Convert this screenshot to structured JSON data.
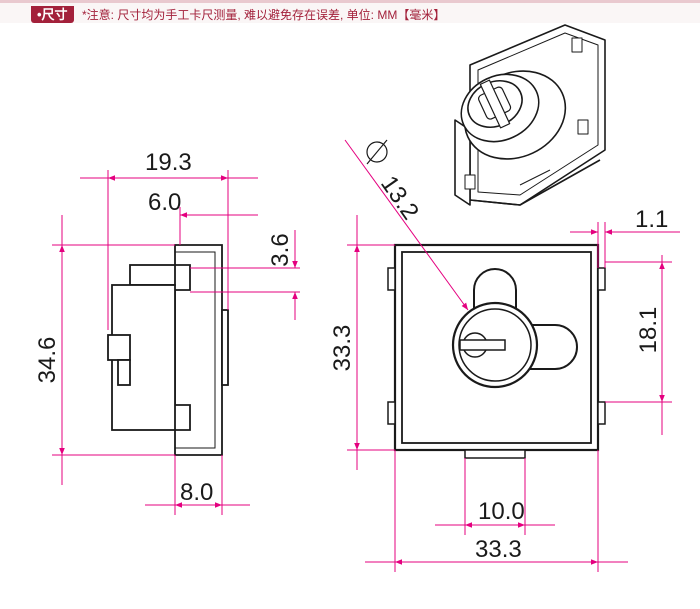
{
  "header": {
    "badge_label": "•尺寸",
    "note": "*注意: 尺寸均为手工卡尺测量, 难以避免存在误差, 单位: MM【毫米】"
  },
  "colors": {
    "accent": "#a3213b",
    "dimension_line": "#e4007f",
    "outline": "#1a1a1a"
  },
  "side_view": {
    "width_total": "19.3",
    "tab_width": "6.0",
    "tab_height": "3.6",
    "height_total": "34.6",
    "flange_depth": "8.0"
  },
  "front_view": {
    "diameter": "13.2",
    "tab_offset": "1.1",
    "tab_span": "18.1",
    "height": "33.3",
    "bottom_tab_width": "10.0",
    "width": "33.3"
  }
}
